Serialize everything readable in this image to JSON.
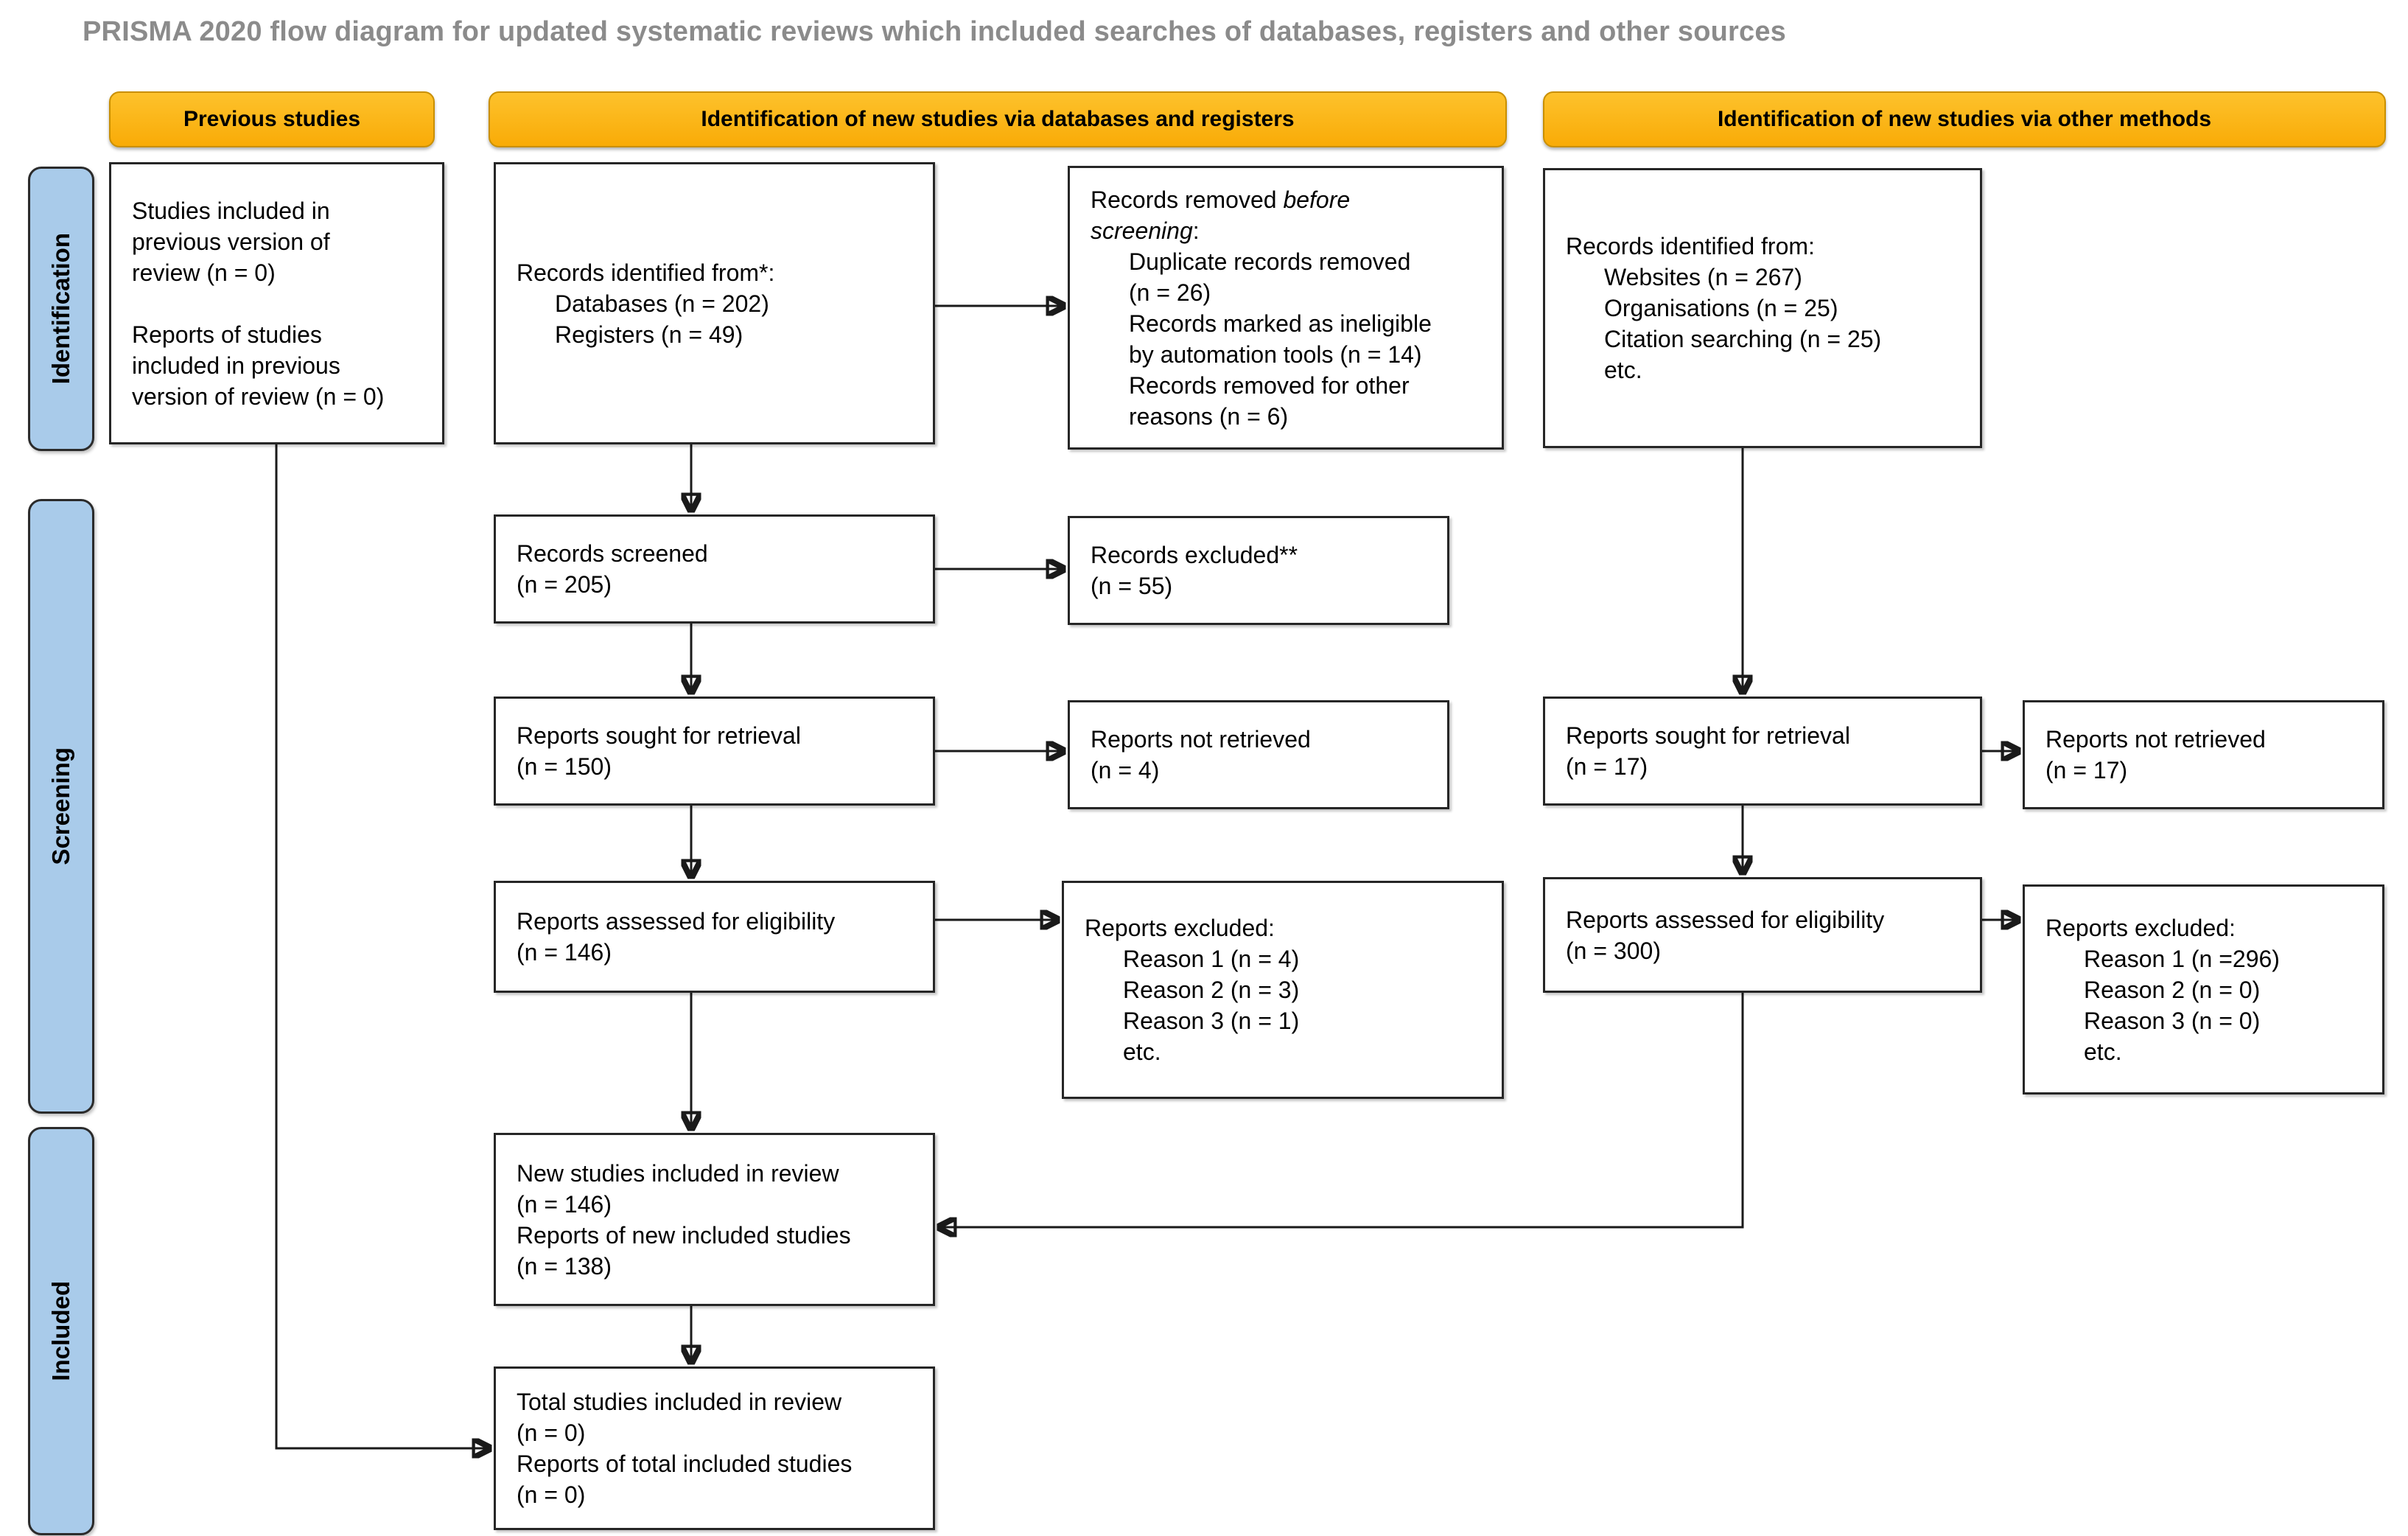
{
  "title": "PRISMA 2020 flow diagram for updated systematic reviews which included searches of databases, registers and other sources",
  "headers": {
    "previous_studies": "Previous studies",
    "databases_registers": "Identification of new studies via databases and registers",
    "other_methods": "Identification of new studies via other methods"
  },
  "sidebar": {
    "identification": "Identification",
    "screening": "Screening",
    "included": "Included"
  },
  "colors": {
    "header_fill": "#FBB515",
    "sidebar_fill": "#A9CBEA",
    "box_border": "#262626",
    "title_color": "#8B8B8B",
    "arrow_color": "#1A1A1A"
  },
  "boxes": {
    "previous_studies_included": {
      "lines": [
        "Studies included in",
        "previous version of",
        "review (n = 0)",
        "Reports of studies",
        "included in previous",
        "version of review (n = 0)"
      ]
    },
    "records_identified_databases": {
      "lines": [
        "Records identified from*:",
        "Databases (n = 202)",
        "Registers (n = 49)"
      ]
    },
    "records_removed": {
      "line1_normal": "Records removed ",
      "line1_italic": "before",
      "line2_italic": "screening",
      "line2_normal": ":",
      "lines": [
        "Duplicate records removed",
        "(n = 26)",
        "Records marked as ineligible",
        "by automation tools (n = 14)",
        "Records removed for other",
        "reasons (n = 6)"
      ]
    },
    "records_identified_other": {
      "lines": [
        "Records identified from:",
        "Websites (n = 267)",
        "Organisations (n = 25)",
        "Citation searching (n = 25)",
        "etc."
      ]
    },
    "records_screened": {
      "lines": [
        "Records screened",
        "(n = 205)"
      ]
    },
    "records_excluded": {
      "lines": [
        "Records excluded**",
        "(n = 55)"
      ]
    },
    "reports_sought_db": {
      "lines": [
        "Reports sought for retrieval",
        "(n = 150)"
      ]
    },
    "reports_not_retrieved_db": {
      "lines": [
        "Reports not retrieved",
        "(n = 4)"
      ]
    },
    "reports_sought_other": {
      "lines": [
        "Reports sought for retrieval",
        "(n = 17)"
      ]
    },
    "reports_not_retrieved_other": {
      "lines": [
        "Reports not retrieved",
        "(n = 17)"
      ]
    },
    "reports_assessed_db": {
      "lines": [
        "Reports assessed for eligibility",
        "(n = 146)"
      ]
    },
    "reports_excluded_db": {
      "lines": [
        "Reports excluded:",
        "Reason 1 (n = 4)",
        "Reason 2 (n = 3)",
        "Reason 3 (n = 1)",
        "etc."
      ]
    },
    "reports_assessed_other": {
      "lines": [
        "Reports assessed for eligibility",
        "(n = 300)"
      ]
    },
    "reports_excluded_other": {
      "lines": [
        "Reports excluded:",
        "Reason 1 (n =296)",
        "Reason 2 (n = 0)",
        "Reason 3 (n = 0)",
        "etc."
      ]
    },
    "new_studies_included": {
      "lines": [
        "New studies included in review",
        "(n = 146)",
        "Reports of new included studies",
        "(n = 138)"
      ]
    },
    "total_studies_included": {
      "lines": [
        "Total studies included in review",
        "(n = 0)",
        "Reports of total included studies",
        "(n = 0)"
      ]
    }
  }
}
